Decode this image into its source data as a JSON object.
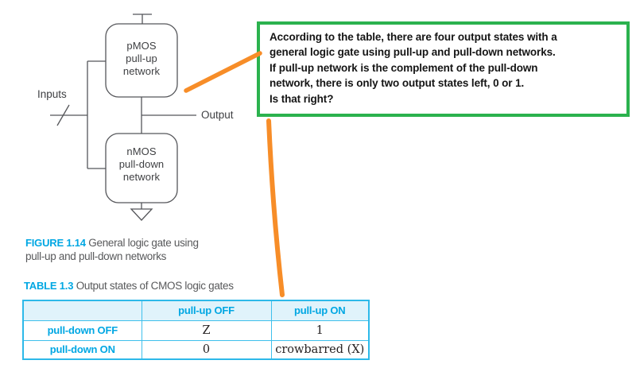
{
  "diagram": {
    "inputs_label": "Inputs",
    "output_label": "Output",
    "pmos_label": "pMOS\npull-up\nnetwork",
    "nmos_label": "nMOS\npull-down\nnetwork"
  },
  "callout": {
    "text": "According to the table, there are four output states with a\ngeneral logic gate using pull-up and pull-down networks.\nIf pull-up network is the complement of the pull-down\nnetwork, there is only two output states left, 0 or 1.\nIs that right?"
  },
  "figure_caption": {
    "label": "FIGURE 1.14",
    "text_line1": " General logic gate using",
    "text_line2": "pull-up and pull-down networks"
  },
  "table_caption": {
    "label": "TABLE 1.3",
    "text": " Output states of CMOS logic gates"
  },
  "table": {
    "col_headers": [
      "",
      "pull-up OFF",
      "pull-up ON"
    ],
    "rows": [
      {
        "label": "pull-down OFF",
        "cells": [
          "Z",
          "1"
        ]
      },
      {
        "label": "pull-down ON",
        "cells": [
          "0",
          "crowbarred (X)"
        ]
      }
    ]
  },
  "colors": {
    "accent_cyan": "#00a7e3",
    "table_border": "#2db9e9",
    "table_header_bg": "#e0f3fb",
    "callout_green": "#2bb24e",
    "annotation_orange": "#f78d28",
    "diagram_stroke": "#55565a"
  }
}
